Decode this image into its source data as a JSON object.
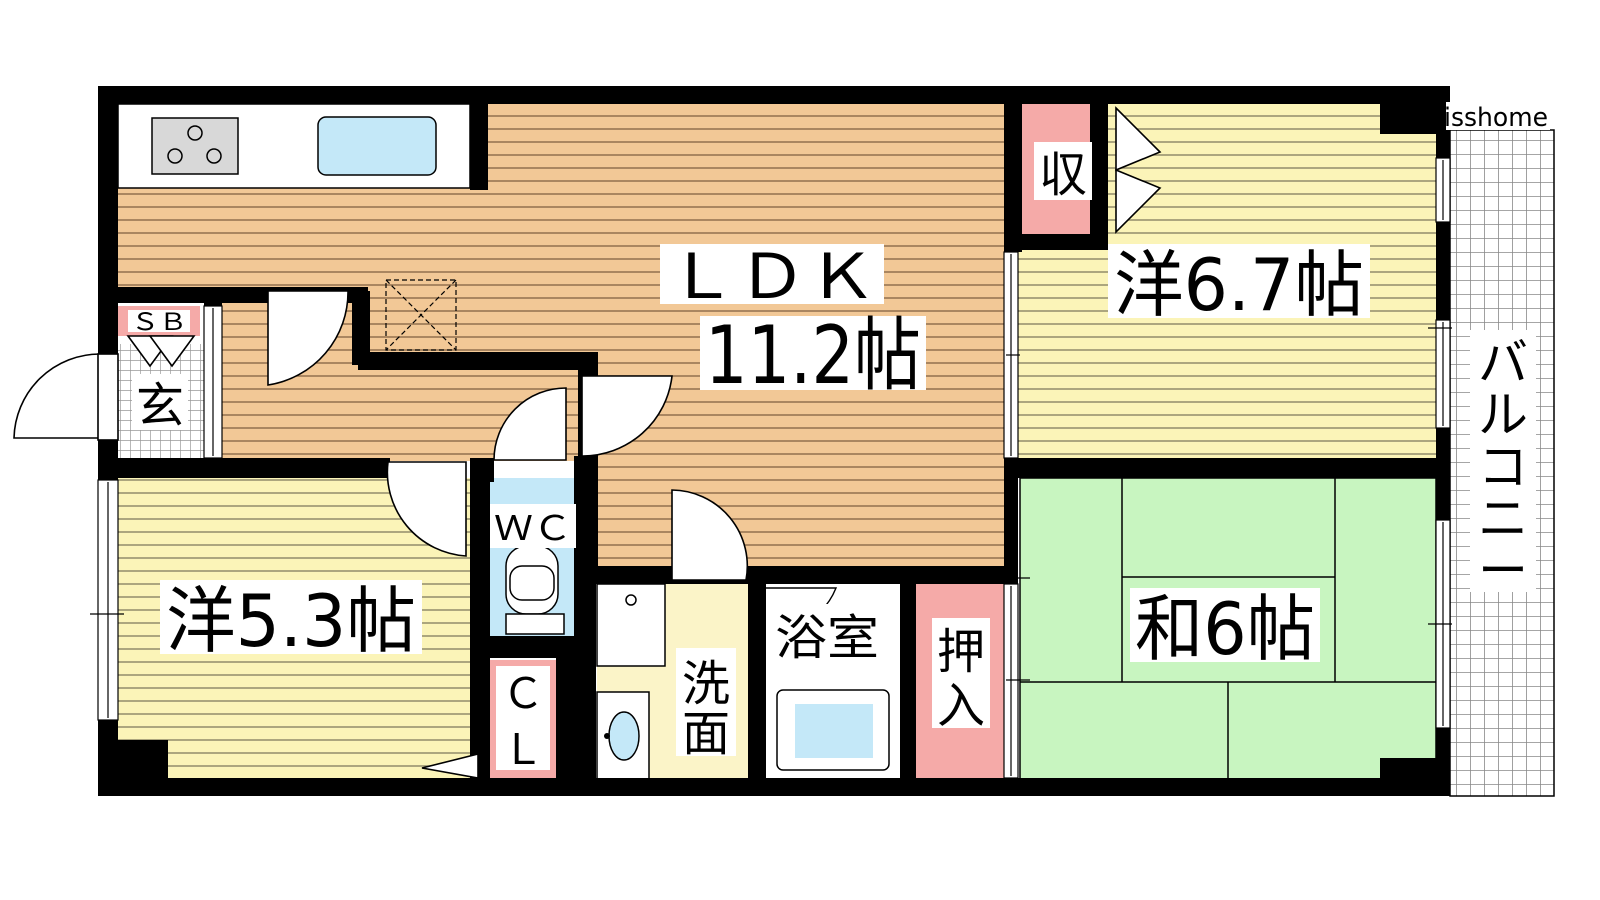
{
  "watermark": "isshome",
  "rooms": {
    "ldk": {
      "label_line1": "ＬＤＫ",
      "label_line2": "11.2帖"
    },
    "western_67": {
      "label": "洋6.7帖"
    },
    "western_53": {
      "label": "洋5.3帖"
    },
    "japanese_6": {
      "label": "和6帖"
    }
  },
  "areas": {
    "storage": "収",
    "shoe_box": "ＳＢ",
    "entrance": "玄",
    "toilet": "ＷＣ",
    "closet_line1": "Ｃ",
    "closet_line2": "Ｌ",
    "washroom_line1": "洗",
    "washroom_line2": "面",
    "bathroom": "浴室",
    "oshiire_line1": "押",
    "oshiire_line2": "入",
    "balcony_chars": [
      "バ",
      "ル",
      "コ",
      "ニ",
      "ー"
    ]
  },
  "colors": {
    "wall": "#000000",
    "ldk_floor": "#f2c896",
    "ldk_stripe": "#8a6a48",
    "western_floor": "#fbf4b8",
    "western_stripe": "#8a8466",
    "tatami": "#c8f5c0",
    "storage_pink": "#f5aaa8",
    "wet_blue": "#c4e8f8",
    "wash_floor": "#fbf4c8",
    "balcony_grid": "#888888"
  }
}
